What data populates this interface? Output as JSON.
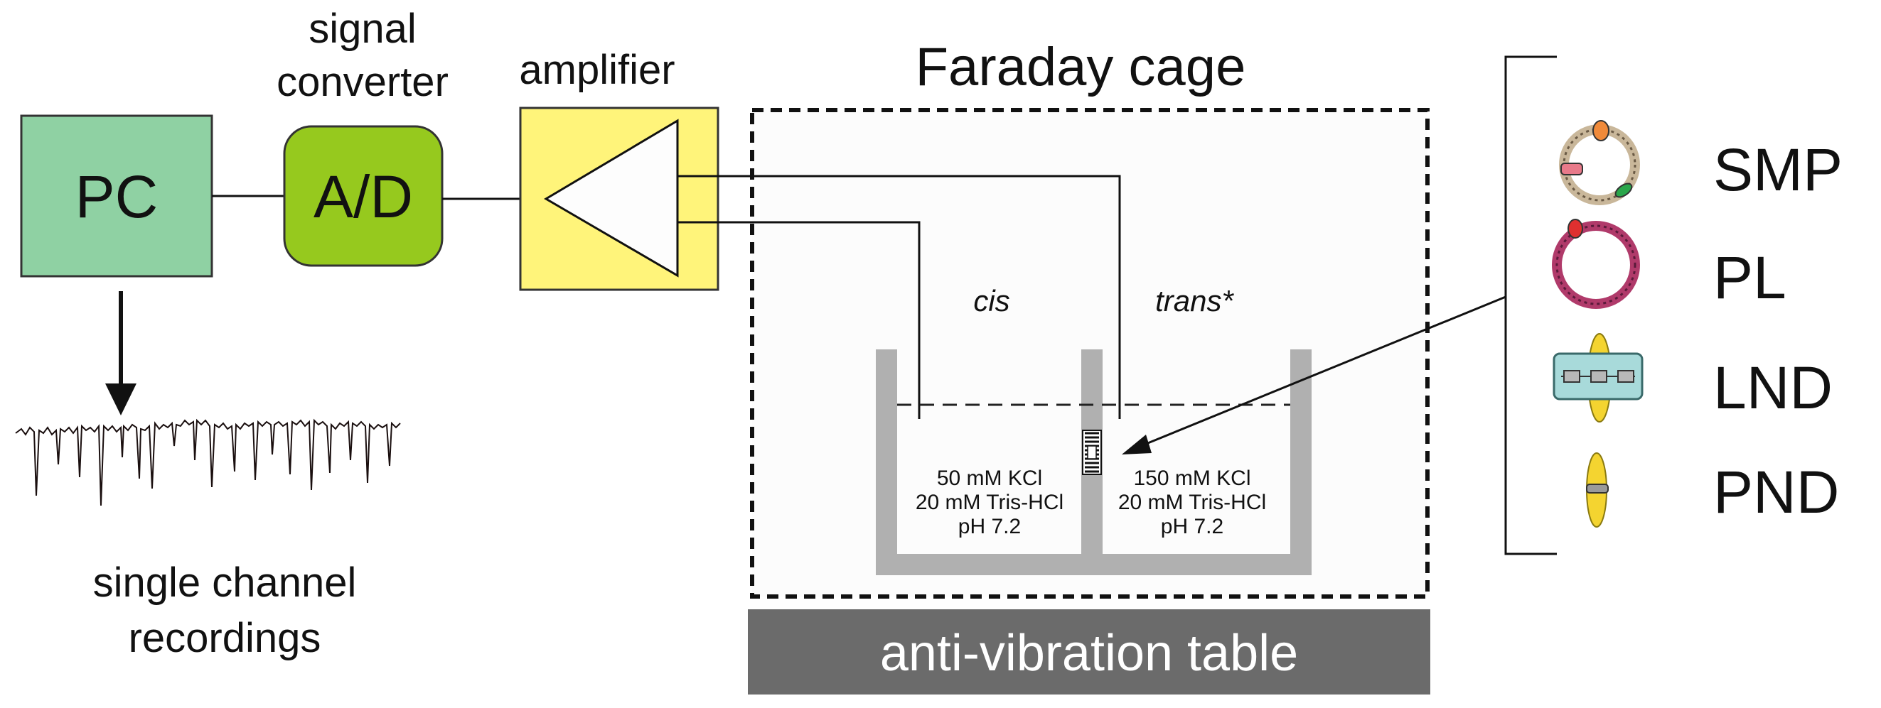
{
  "components": {
    "pc": {
      "label": "PC"
    },
    "converter": {
      "label": "A/D",
      "caption_line1": "signal",
      "caption_line2": "converter"
    },
    "amplifier": {
      "caption": "amplifier"
    },
    "faraday": {
      "title": "Faraday cage"
    },
    "table": {
      "label": "anti-vibration table"
    },
    "recordings": {
      "caption_line1": "single channel",
      "caption_line2": "recordings"
    }
  },
  "chamber": {
    "cis": {
      "label": "cis",
      "solution": [
        "50 mM KCl",
        "20 mM Tris-HCl",
        "pH 7.2"
      ]
    },
    "trans": {
      "label": "trans*",
      "solution": [
        "150 mM KCl",
        "20 mM Tris-HCl",
        "pH 7.2"
      ]
    }
  },
  "samples": [
    {
      "label": "SMP",
      "icon": "smp-vesicle-icon"
    },
    {
      "label": "PL",
      "icon": "pl-vesicle-icon"
    },
    {
      "label": "LND",
      "icon": "lnd-nanodisc-icon"
    },
    {
      "label": "PND",
      "icon": "pnd-nanodisc-icon"
    }
  ],
  "colors": {
    "pc_fill": "#8fd1a3",
    "converter_fill": "#96c91e",
    "amplifier_fill": "#fff47a",
    "table_fill": "#6b6b6b",
    "chamber_wall": "#b0b0b0",
    "cage_fill": "#fcfcfc"
  }
}
